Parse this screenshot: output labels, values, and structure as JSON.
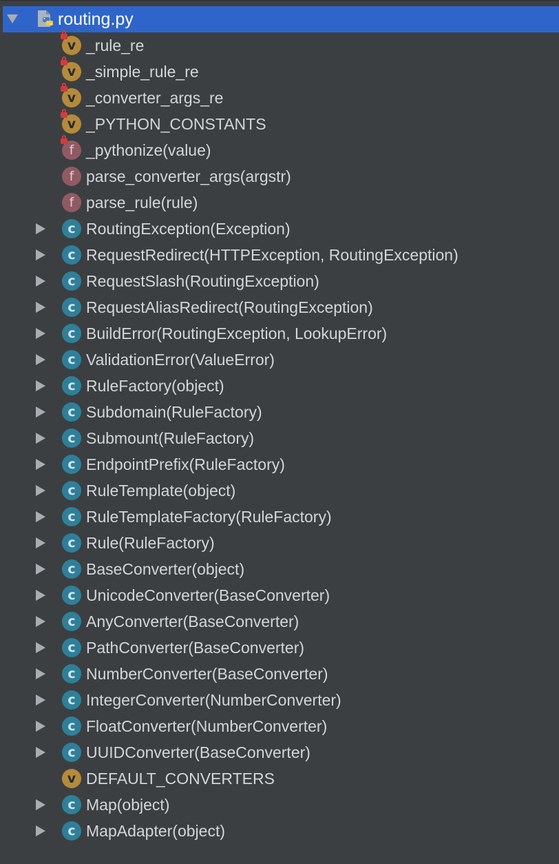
{
  "root": {
    "label": "routing.py",
    "icon": "python-file-icon",
    "expanded": true
  },
  "items": [
    {
      "kind": "v",
      "icon": "variable-icon",
      "label": "_rule_re",
      "private": true,
      "expandable": false
    },
    {
      "kind": "v",
      "icon": "variable-icon",
      "label": "_simple_rule_re",
      "private": true,
      "expandable": false
    },
    {
      "kind": "v",
      "icon": "variable-icon",
      "label": "_converter_args_re",
      "private": true,
      "expandable": false
    },
    {
      "kind": "v",
      "icon": "variable-icon",
      "label": "_PYTHON_CONSTANTS",
      "private": true,
      "expandable": false
    },
    {
      "kind": "f",
      "icon": "function-icon",
      "label": "_pythonize(value)",
      "private": true,
      "expandable": false
    },
    {
      "kind": "f",
      "icon": "function-icon",
      "label": "parse_converter_args(argstr)",
      "private": false,
      "expandable": false
    },
    {
      "kind": "f",
      "icon": "function-icon",
      "label": "parse_rule(rule)",
      "private": false,
      "expandable": false
    },
    {
      "kind": "c",
      "icon": "class-icon",
      "label": "RoutingException(Exception)",
      "private": false,
      "expandable": true
    },
    {
      "kind": "c",
      "icon": "class-icon",
      "label": "RequestRedirect(HTTPException, RoutingException)",
      "private": false,
      "expandable": true
    },
    {
      "kind": "c",
      "icon": "class-icon",
      "label": "RequestSlash(RoutingException)",
      "private": false,
      "expandable": true
    },
    {
      "kind": "c",
      "icon": "class-icon",
      "label": "RequestAliasRedirect(RoutingException)",
      "private": false,
      "expandable": true
    },
    {
      "kind": "c",
      "icon": "class-icon",
      "label": "BuildError(RoutingException, LookupError)",
      "private": false,
      "expandable": true
    },
    {
      "kind": "c",
      "icon": "class-icon",
      "label": "ValidationError(ValueError)",
      "private": false,
      "expandable": true
    },
    {
      "kind": "c",
      "icon": "class-icon",
      "label": "RuleFactory(object)",
      "private": false,
      "expandable": true
    },
    {
      "kind": "c",
      "icon": "class-icon",
      "label": "Subdomain(RuleFactory)",
      "private": false,
      "expandable": true
    },
    {
      "kind": "c",
      "icon": "class-icon",
      "label": "Submount(RuleFactory)",
      "private": false,
      "expandable": true
    },
    {
      "kind": "c",
      "icon": "class-icon",
      "label": "EndpointPrefix(RuleFactory)",
      "private": false,
      "expandable": true
    },
    {
      "kind": "c",
      "icon": "class-icon",
      "label": "RuleTemplate(object)",
      "private": false,
      "expandable": true
    },
    {
      "kind": "c",
      "icon": "class-icon",
      "label": "RuleTemplateFactory(RuleFactory)",
      "private": false,
      "expandable": true
    },
    {
      "kind": "c",
      "icon": "class-icon",
      "label": "Rule(RuleFactory)",
      "private": false,
      "expandable": true
    },
    {
      "kind": "c",
      "icon": "class-icon",
      "label": "BaseConverter(object)",
      "private": false,
      "expandable": true
    },
    {
      "kind": "c",
      "icon": "class-icon",
      "label": "UnicodeConverter(BaseConverter)",
      "private": false,
      "expandable": true
    },
    {
      "kind": "c",
      "icon": "class-icon",
      "label": "AnyConverter(BaseConverter)",
      "private": false,
      "expandable": true
    },
    {
      "kind": "c",
      "icon": "class-icon",
      "label": "PathConverter(BaseConverter)",
      "private": false,
      "expandable": true
    },
    {
      "kind": "c",
      "icon": "class-icon",
      "label": "NumberConverter(BaseConverter)",
      "private": false,
      "expandable": true
    },
    {
      "kind": "c",
      "icon": "class-icon",
      "label": "IntegerConverter(NumberConverter)",
      "private": false,
      "expandable": true
    },
    {
      "kind": "c",
      "icon": "class-icon",
      "label": "FloatConverter(NumberConverter)",
      "private": false,
      "expandable": true
    },
    {
      "kind": "c",
      "icon": "class-icon",
      "label": "UUIDConverter(BaseConverter)",
      "private": false,
      "expandable": true
    },
    {
      "kind": "v",
      "icon": "variable-icon",
      "label": "DEFAULT_CONVERTERS",
      "private": false,
      "expandable": false
    },
    {
      "kind": "c",
      "icon": "class-icon",
      "label": "Map(object)",
      "private": false,
      "expandable": true
    },
    {
      "kind": "c",
      "icon": "class-icon",
      "label": "MapAdapter(object)",
      "private": false,
      "expandable": true
    }
  ],
  "colors": {
    "background": "#3c3f41",
    "selection": "#2f65ca",
    "text": "#d3d6d9",
    "variable_icon": "#b48a3c",
    "function_icon": "#8f5a64",
    "class_icon": "#2f7f99",
    "private_lock": "#d33b3b"
  }
}
